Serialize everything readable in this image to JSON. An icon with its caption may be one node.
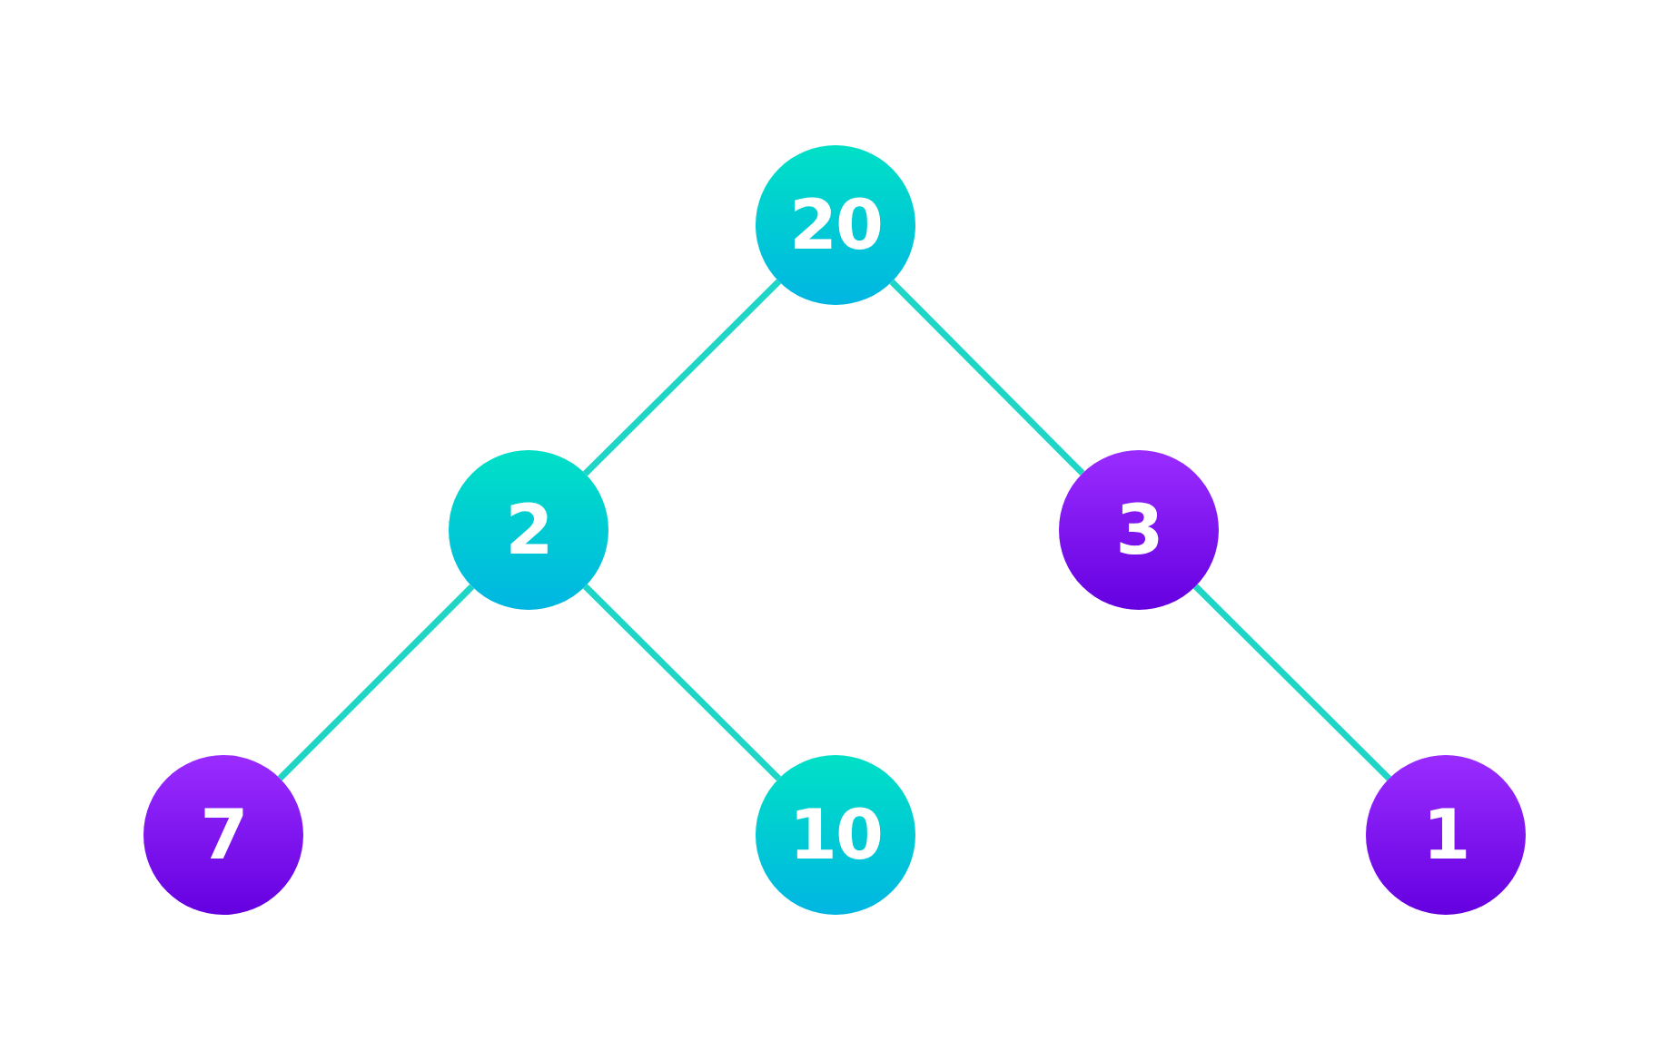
{
  "diagram": {
    "nodes": [
      {
        "text": [
          "20"
        ]
      },
      {
        "text": [
          "2"
        ]
      },
      {
        "text": [
          "3"
        ]
      },
      {
        "text": [
          "7"
        ]
      },
      {
        "text": [
          "10"
        ]
      },
      {
        "text": [
          "1"
        ]
      }
    ],
    "edges": [
      {
        "from": 0,
        "to": 1,
        "arrow": "none"
      },
      {
        "from": 0,
        "to": 2,
        "arrow": "none"
      },
      {
        "from": 1,
        "to": 3,
        "arrow": "none"
      },
      {
        "from": 1,
        "to": 4,
        "arrow": "none"
      },
      {
        "from": 2,
        "to": 5,
        "arrow": "none"
      }
    ]
  }
}
